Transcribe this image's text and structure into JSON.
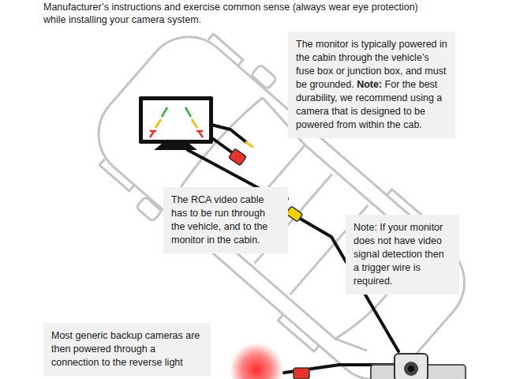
{
  "diagram": {
    "nodes": [
      {
        "text": [
          "The monitor is typically powered in the cabin through the vehicle’s fuse box or junction box, and must be grounded.",
          "Note:",
          "For the best durability, we recommend using a camera that is designed to be powered from within the cab."
        ]
      },
      {
        "text": [
          "The RCA video cable has to be run through the vehicle, and to the monitor in the cabin."
        ]
      },
      {
        "text": [
          "Note: If your monitor does not have video signal detection then a trigger wire is required."
        ]
      },
      {
        "text": [
          "Most generic backup cameras are then powered through a connection to the reverse light"
        ]
      }
    ],
    "labels": [
      "Manufacturer’s instructions and exercise common sense (always wear eye protection)",
      "while installing your camera system."
    ]
  }
}
